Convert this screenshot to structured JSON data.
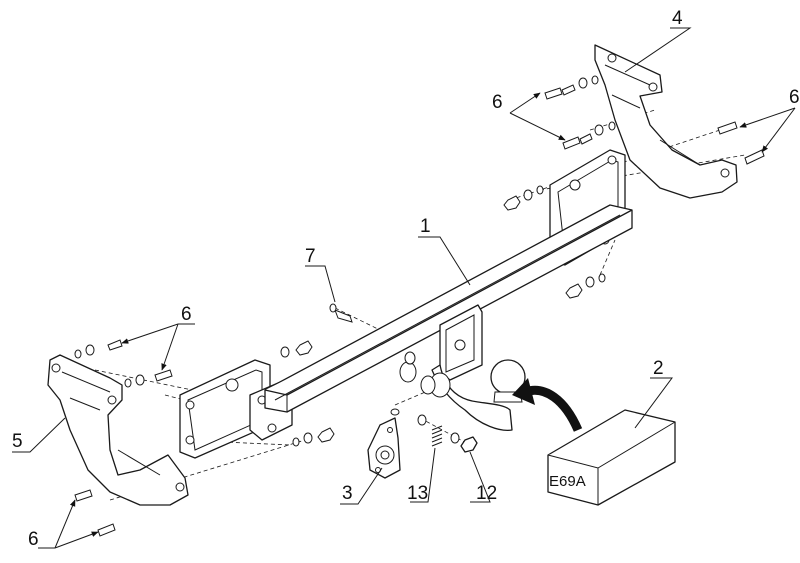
{
  "callouts": {
    "c1": "1",
    "c2": "2",
    "c3": "3",
    "c4": "4",
    "c5": "5",
    "c6a": "6",
    "c6b": "6",
    "c6c": "6",
    "c6d": "6",
    "c7": "7",
    "c12": "12",
    "c13": "13"
  },
  "box_label": "E69A"
}
